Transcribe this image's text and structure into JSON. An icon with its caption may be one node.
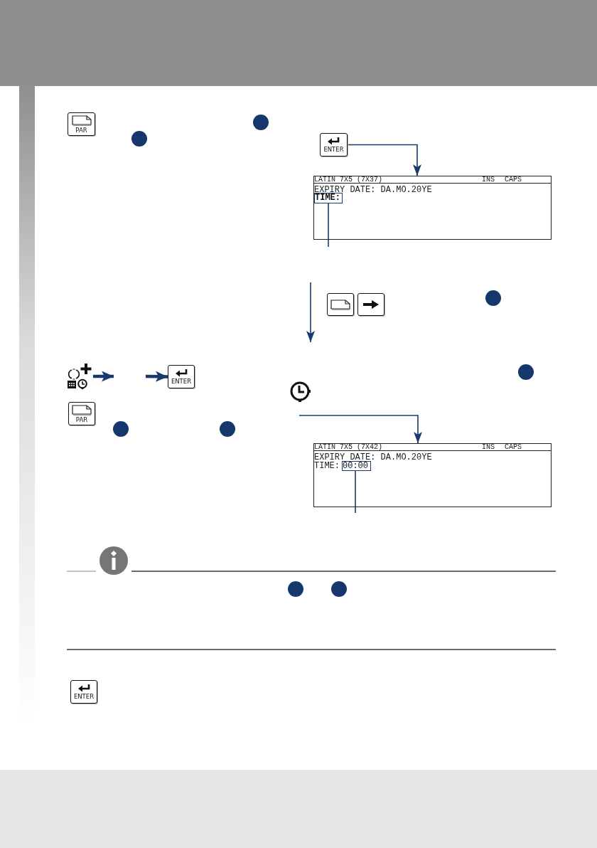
{
  "diagram": {
    "nodes": [
      {
        "text": [
          "PAR"
        ]
      },
      {
        "text": [
          "ENTER"
        ]
      },
      {
        "text": [
          "LATIN 7X5 (7X37)",
          "INS",
          "CAPS",
          "EXPIRY DATE: DA.MO.20YE"
        ]
      },
      {
        "text": [
          "TIME:"
        ],
        "in": 2
      },
      {
        "text": [],
        "shape": "box"
      },
      {
        "text": [],
        "shape": "box"
      },
      {
        "text": [],
        "shape": "picture"
      },
      {
        "text": [
          "ENTER"
        ]
      },
      {
        "text": [
          "PAR"
        ]
      },
      {
        "text": [
          "LATIN 7X5 (7X42)",
          "INS",
          "CAPS",
          "EXPIRY DATE: DA.MO.20YE",
          "TIME:"
        ]
      },
      {
        "text": [
          "00:00"
        ],
        "in": 9
      },
      {
        "text": [
          "ENTER"
        ]
      }
    ],
    "edges": [
      {
        "from": 1,
        "to": 2,
        "arrow": "to"
      },
      {
        "from": null,
        "to": 3,
        "arrow": "none"
      },
      {
        "from": 6,
        "to": null,
        "arrow": "to",
        "style": "thick"
      },
      {
        "from": null,
        "to": 7,
        "arrow": "to",
        "style": "thick"
      },
      {
        "from": null,
        "to": 9,
        "arrow": "to"
      },
      {
        "from": null,
        "to": 10,
        "arrow": "none"
      }
    ]
  }
}
